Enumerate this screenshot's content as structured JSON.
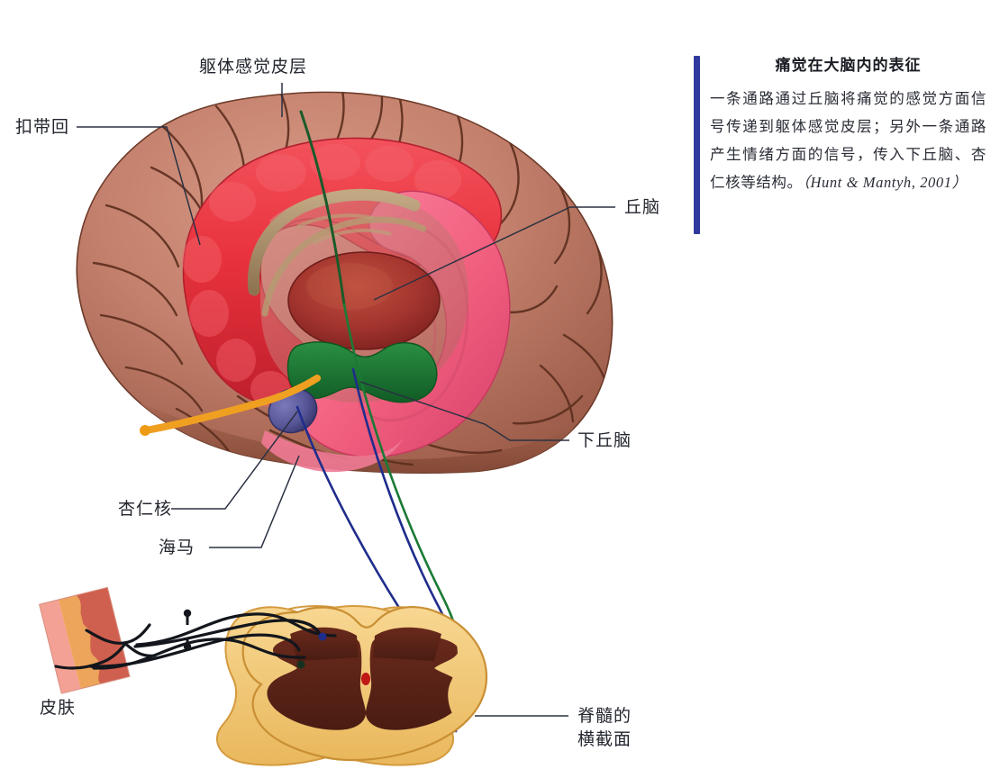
{
  "figure": {
    "subject": "pain-representation-in-the-brain",
    "labels": [
      {
        "key": "somatosensory_cortex",
        "text": "躯体感觉皮层"
      },
      {
        "key": "cingulate_gyrus",
        "text": "扣带回"
      },
      {
        "key": "thalamus",
        "text": "丘脑"
      },
      {
        "key": "hypothalamus",
        "text": "下丘脑"
      },
      {
        "key": "amygdala",
        "text": "杏仁核"
      },
      {
        "key": "hippocampus",
        "text": "海马"
      },
      {
        "key": "skin",
        "text": "皮肤"
      },
      {
        "key": "spinal_cord_line1",
        "text": "脊髓的"
      },
      {
        "key": "spinal_cord_line2",
        "text": "横截面"
      }
    ]
  },
  "note": {
    "title": "痛觉在大脑内的表征",
    "body": "一条通路通过丘脑将痛觉的感觉方面信号传递到躯体感觉皮层；另外一条通路产生情绪方面的信号，传入下丘脑、杏仁核等结构。",
    "citation": "（Hunt & Mantyh, 2001）"
  },
  "colors": {
    "note_bar": "#2f3a9c",
    "cortex": "#c2816e",
    "cortex_shadow": "#8f5240",
    "cingulate_gyrus": "#e8323d",
    "limbic_pink": "#f2607f",
    "thalamus": "#a83430",
    "hypothalamus": "#1b7a35",
    "amygdala": "#5a5a9e",
    "olfactory_tract": "#f0a020",
    "corpus_callosum": "#a98e6a",
    "spinal_white_matter": "#f3c872",
    "spinal_gray_matter": "#5b2318",
    "skin_epidermis": "#f2a194",
    "skin_dermis_mid": "#eca55a",
    "skin_dermis_deep": "#cf5f4e",
    "tract_sensory": "#1b7a35",
    "tract_emotional": "#1f2d8c",
    "leader_line": "#2b3142",
    "nerve_fiber": "#13161c"
  }
}
